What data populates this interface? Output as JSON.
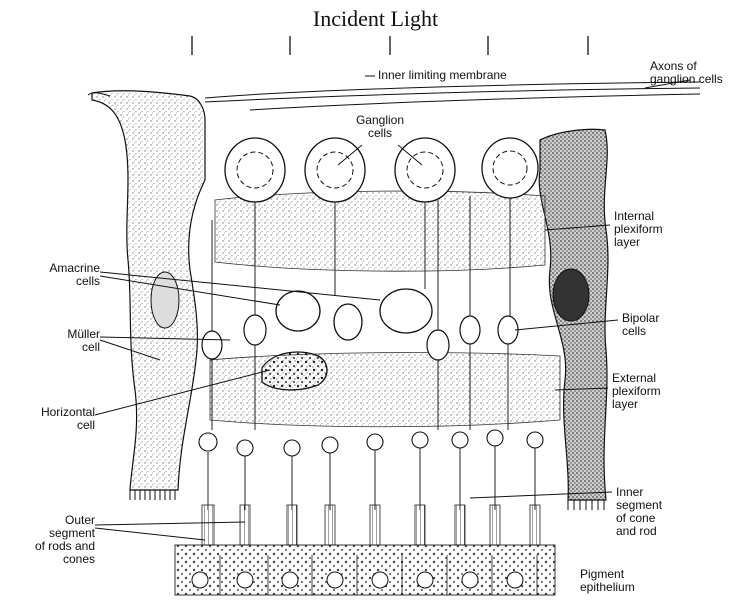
{
  "title": "Incident Light",
  "labels": {
    "inner_limiting_membrane": "Inner limiting membrane",
    "axons_of_ganglion_cells": "Axons of\nganglion cells",
    "ganglion_cells": "Ganglion\ncells",
    "internal_plexiform_layer": "Internal\nplexiform\nlayer",
    "amacrine_cells": "Amacrine\ncells",
    "muller_cell": "Müller\ncell",
    "bipolar_cells": "Bipolar\ncells",
    "external_plexiform_layer": "External\nplexiform\nlayer",
    "horizontal_cell": "Horizontal\ncell",
    "inner_segment": "Inner\nsegment\nof cone\nand rod",
    "outer_segment": "Outer\nsegment\nof rods and\ncones",
    "pigment_epithelium": "Pigment\nepithelium"
  },
  "colors": {
    "ink": "#111111",
    "stipple": "#8a8a8a",
    "dark_fill": "#3a3a3a"
  }
}
